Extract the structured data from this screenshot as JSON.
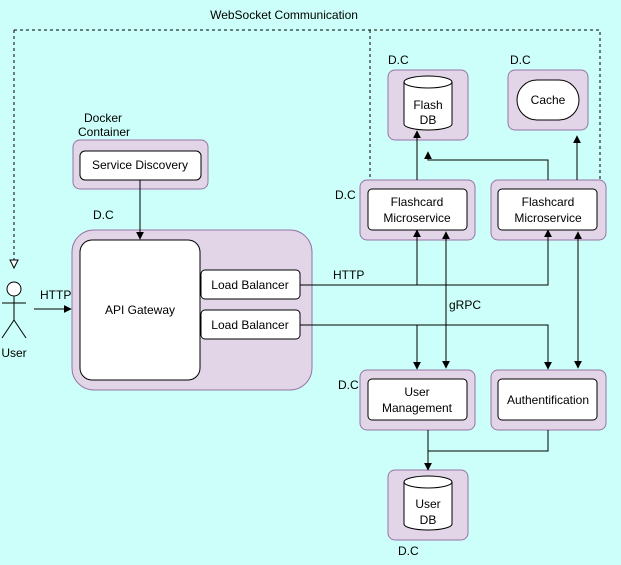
{
  "labels": {
    "websocket": "WebSocket Communication",
    "http_top": "HTTP",
    "http_user": "HTTP",
    "grpc": "gRPC",
    "user": "User",
    "docker_line1": "Docker",
    "docker_line2": "Container",
    "dc": "D.C"
  },
  "nodes": {
    "service_discovery": "Service Discovery",
    "api_gateway": "API Gateway",
    "load_balancer_1": "Load Balancer",
    "load_balancer_2": "Load Balancer",
    "flashcard_1": [
      "Flashcard",
      "Microservice"
    ],
    "flashcard_2": [
      "Flashcard",
      "Microservice"
    ],
    "user_management": [
      "User",
      "Management"
    ],
    "authentification": "Authentification",
    "flash_db": [
      "Flash",
      "DB"
    ],
    "user_db": [
      "User",
      "DB"
    ],
    "cache": "Cache"
  },
  "colors": {
    "background": "#ccfff9",
    "container_fill": "#e1d5e7",
    "container_stroke": "#9673a6",
    "node_fill": "#ffffff",
    "line": "#000000"
  }
}
